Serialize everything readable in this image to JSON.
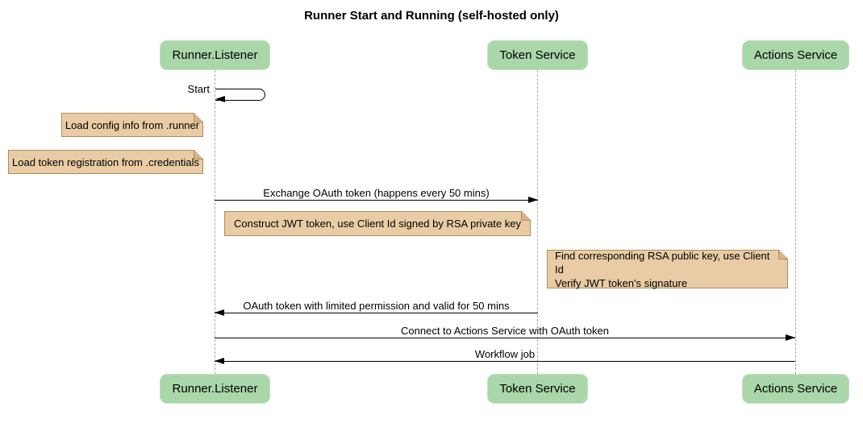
{
  "title": "Runner Start and Running (self-hosted only)",
  "participants": [
    {
      "name": "Runner.Listener"
    },
    {
      "name": "Token Service"
    },
    {
      "name": "Actions Service"
    }
  ],
  "messages": {
    "start": "Start",
    "exchange_oauth": "Exchange OAuth token (happens every 50 mins)",
    "oauth_return": "OAuth token with limited permission and valid for 50 mins",
    "connect_actions": "Connect to Actions Service with OAuth token",
    "workflow_job": "Workflow job"
  },
  "notes": {
    "load_config": "Load config info from .runner",
    "load_credentials": "Load token registration from .credentials",
    "construct_jwt": "Construct JWT token, use Client Id signed by RSA private key",
    "find_rsa_line1": "Find corresponding RSA public key, use Client Id",
    "find_rsa_line2": "Verify JWT token's signature"
  },
  "colors": {
    "participant_fill": "#a9d7a9",
    "note_fill": "#e9cca5",
    "note_border": "#a98e58",
    "message_line": "#000000",
    "lifeline": "#a6a6a6",
    "background": "#ffffff"
  }
}
